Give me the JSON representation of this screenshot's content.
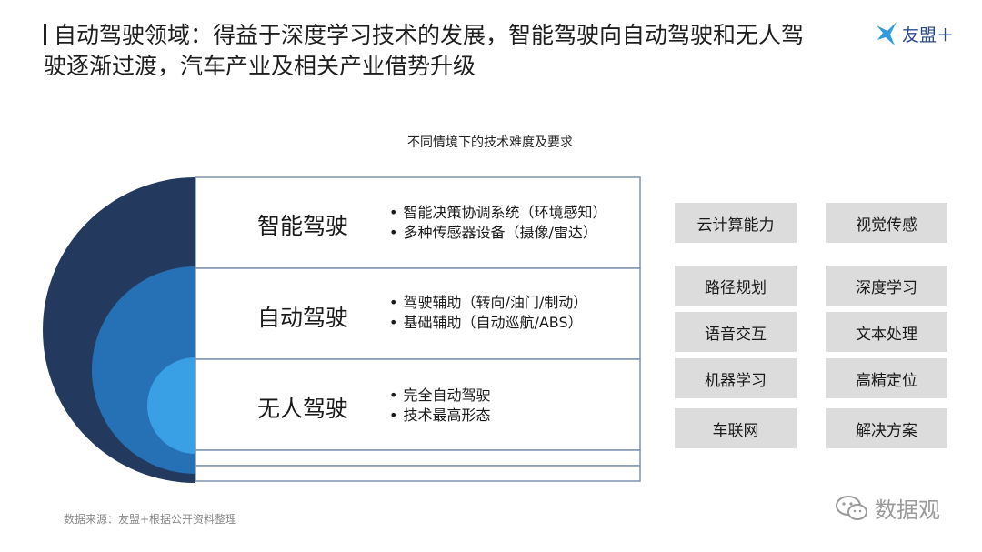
{
  "header": {
    "title": "自动驾驶领域：得益于深度学习技术的发展，智能驾驶向自动驾驶和无人驾驶逐渐过渡，汽车产业及相关产业借势升级",
    "logo_text": "友盟＋"
  },
  "diagram": {
    "subtitle": "不同情境下的技术难度及要求",
    "levels": [
      {
        "label": "智能驾驶",
        "bullets": [
          "智能决策协调系统（环境感知）",
          "多种传感器设备（摄像/雷达）"
        ]
      },
      {
        "label": "自动驾驶",
        "bullets": [
          "驾驶辅助（转向/油门/制动）",
          "基础辅助（自动巡航/ABS）"
        ]
      },
      {
        "label": "无人驾驶",
        "bullets": [
          "完全自动驾驶",
          "技术最高形态"
        ]
      }
    ],
    "colors": {
      "outer": "#233a5e",
      "middle": "#2670b6",
      "inner": "#3aa0e6",
      "border": "#7f93ad"
    }
  },
  "capabilities": [
    "云计算能力",
    "视觉传感",
    "路径规划",
    "深度学习",
    "语音交互",
    "文本处理",
    "机器学习",
    "高精定位",
    "车联网",
    "解决方案"
  ],
  "footer": {
    "source": "数据来源：友盟+根据公开资料整理",
    "watermark": "数据观"
  }
}
